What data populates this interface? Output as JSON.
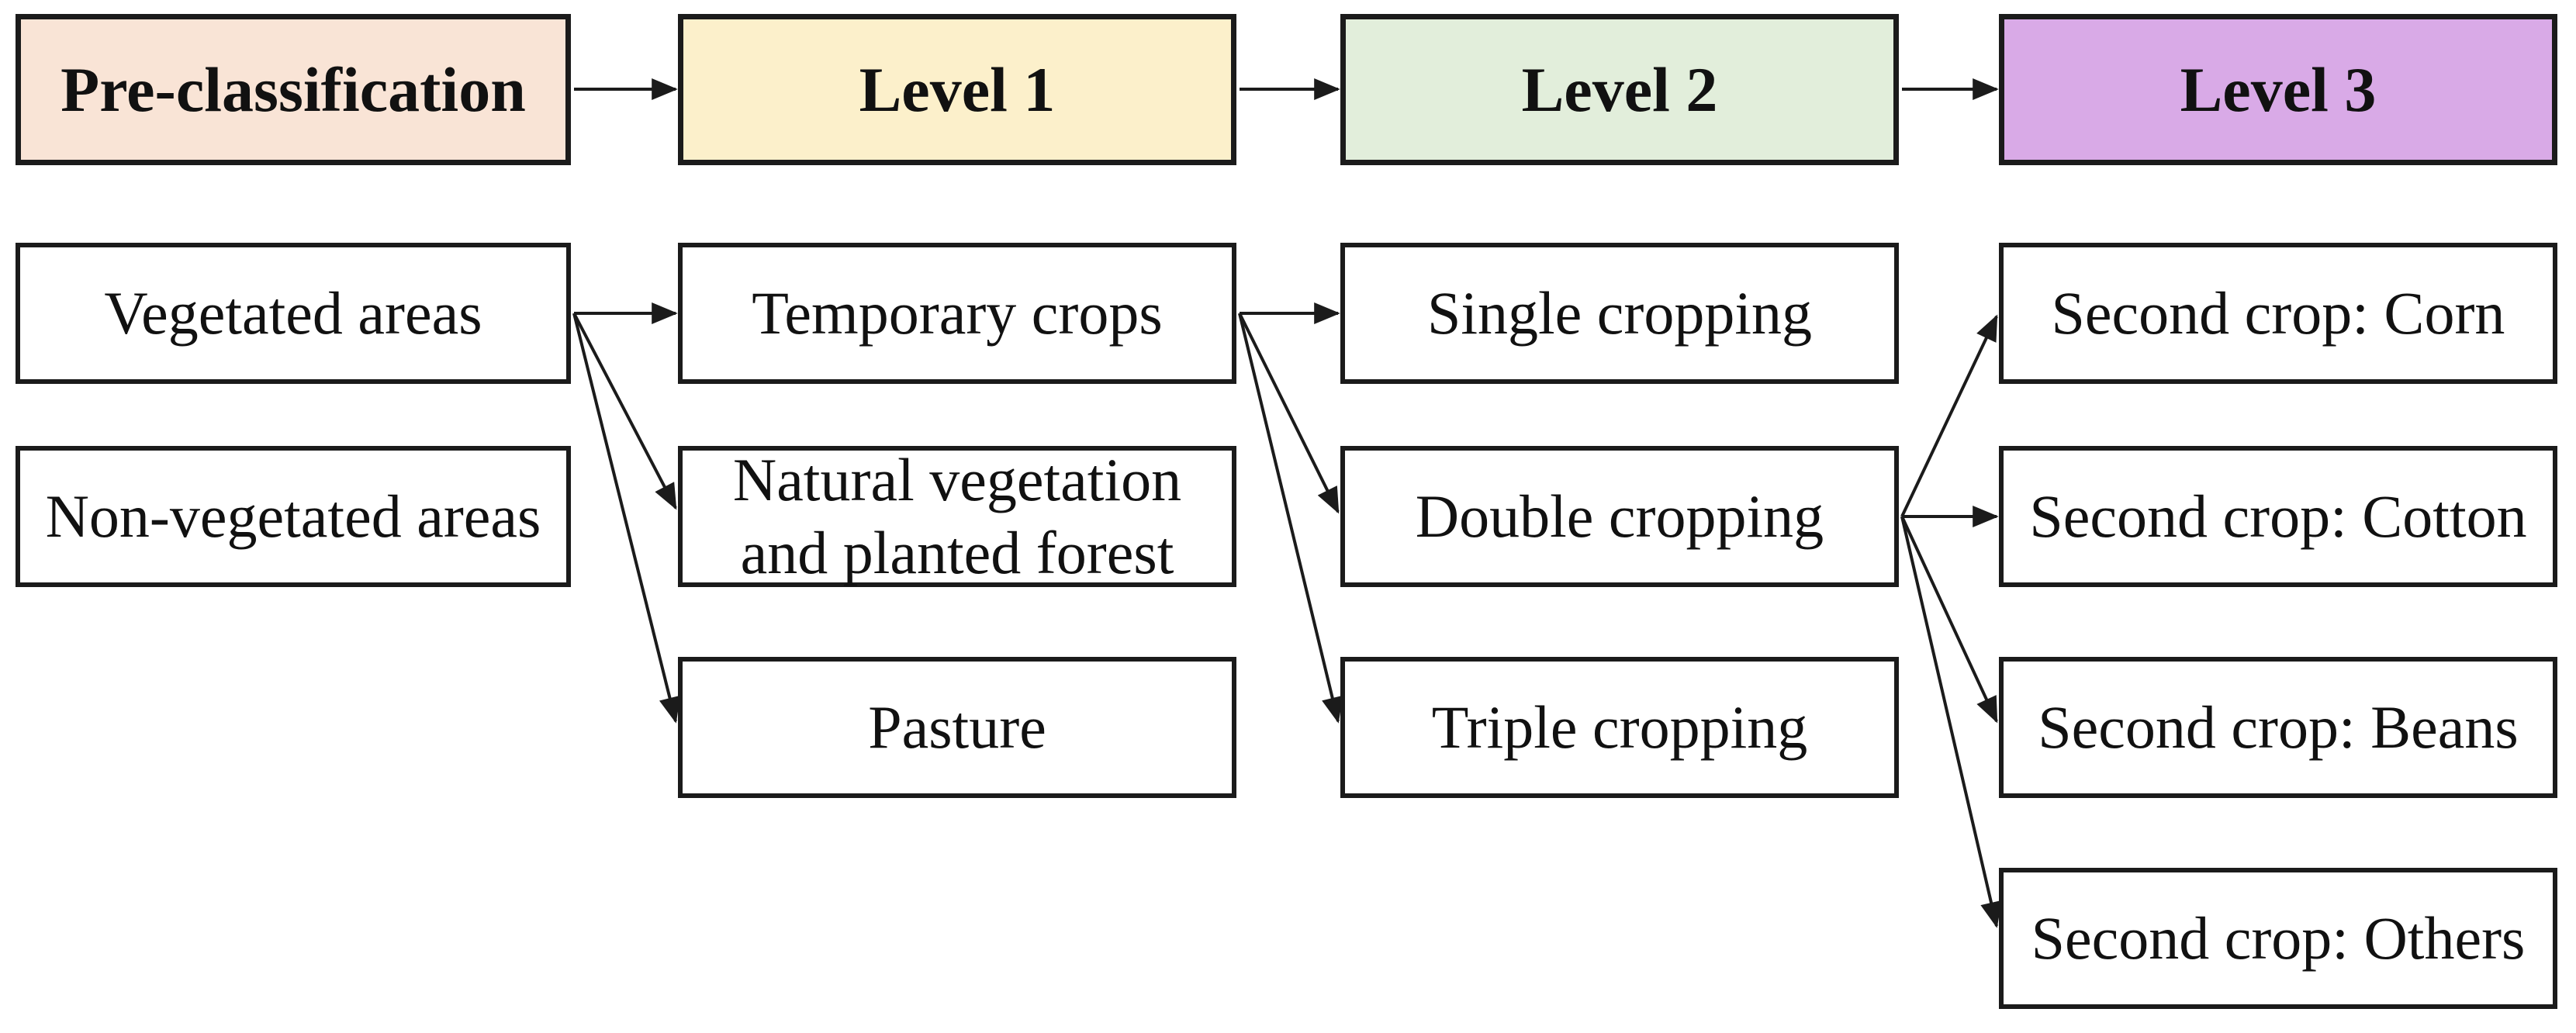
{
  "diagram": {
    "border_color": "#1b1b1b",
    "arrow_color": "#1b1b1b",
    "headers": [
      {
        "label": "Pre-classification",
        "color": "#f9e4d6"
      },
      {
        "label": "Level 1",
        "color": "#fcf0cb"
      },
      {
        "label": "Level 2",
        "color": "#e2eedb"
      },
      {
        "label": "Level 3",
        "color": "#d9aae7"
      }
    ],
    "columns": [
      {
        "items": [
          "Vegetated areas",
          "Non-vegetated areas"
        ]
      },
      {
        "items": [
          "Temporary crops",
          "Natural vegetation\nand planted forest",
          "Pasture"
        ]
      },
      {
        "items": [
          "Single cropping",
          "Double cropping",
          "Triple cropping"
        ]
      },
      {
        "items": [
          "Second crop: Corn",
          "Second crop: Cotton",
          "Second crop: Beans",
          "Second crop: Others"
        ]
      }
    ],
    "connections": [
      {
        "from": "Pre-classification",
        "to": "Level 1"
      },
      {
        "from": "Level 1",
        "to": "Level 2"
      },
      {
        "from": "Level 2",
        "to": "Level 3"
      },
      {
        "from": "Vegetated areas",
        "to": "Temporary crops"
      },
      {
        "from": "Vegetated areas",
        "to": "Natural vegetation and planted forest"
      },
      {
        "from": "Vegetated areas",
        "to": "Pasture"
      },
      {
        "from": "Temporary crops",
        "to": "Single cropping"
      },
      {
        "from": "Temporary crops",
        "to": "Double cropping"
      },
      {
        "from": "Temporary crops",
        "to": "Triple cropping"
      },
      {
        "from": "Double cropping",
        "to": "Second crop: Corn"
      },
      {
        "from": "Double cropping",
        "to": "Second crop: Cotton"
      },
      {
        "from": "Double cropping",
        "to": "Second crop: Beans"
      },
      {
        "from": "Double cropping",
        "to": "Second crop: Others"
      }
    ]
  }
}
